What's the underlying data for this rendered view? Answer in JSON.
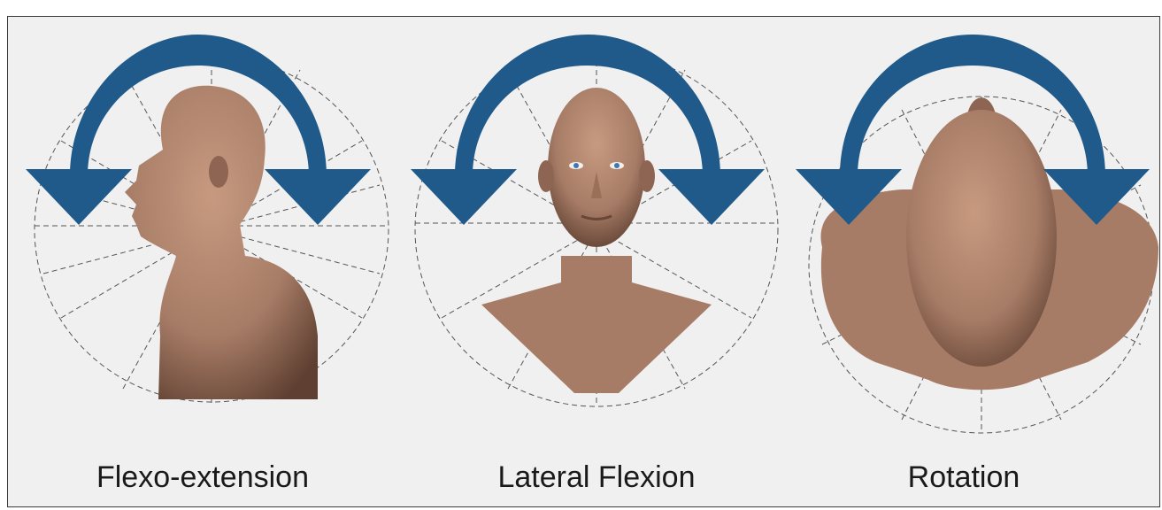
{
  "figure": {
    "arrow_color": "#1F5A8A",
    "skin_color": "#A77C66",
    "background_color": "#F0F0F0",
    "panels": [
      {
        "label": "Flexo-extension",
        "view": "side"
      },
      {
        "label": "Lateral Flexion",
        "view": "front"
      },
      {
        "label": "Rotation",
        "view": "top"
      }
    ]
  }
}
